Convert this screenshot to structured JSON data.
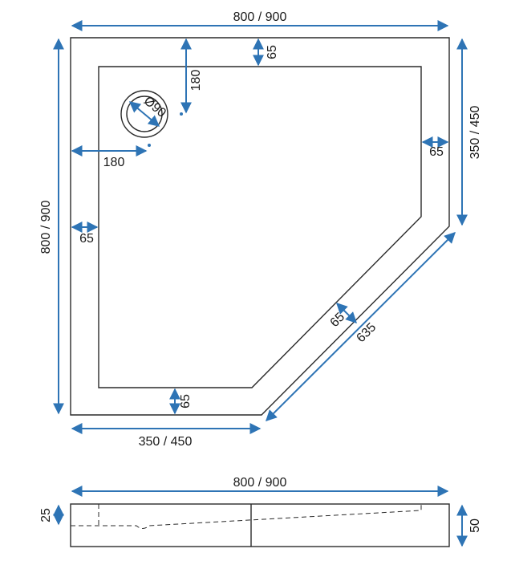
{
  "labels": {
    "top_width": "800 / 900",
    "right_height": "350 / 450",
    "left_height": "800 / 900",
    "bottom_width": "350 / 450",
    "diagonal_length": "635",
    "rim_diagonal": "65",
    "rim_left": "65",
    "rim_top": "65",
    "rim_right": "65",
    "rim_bottom": "65",
    "drain_offset_x": "180",
    "drain_offset_y": "180",
    "drain_diameter": "Ø90",
    "side_width": "800 / 900",
    "side_height_left": "25",
    "side_height_right": "50"
  },
  "colors": {
    "dimension": "#2e74b5",
    "outline": "#2a2a2a"
  }
}
